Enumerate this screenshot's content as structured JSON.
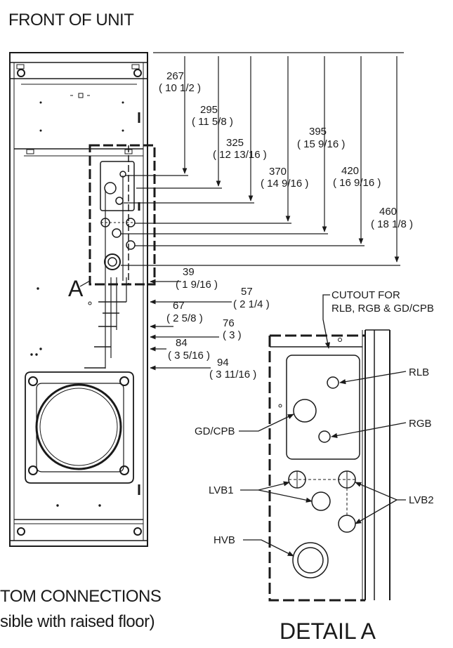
{
  "header": {
    "title": "FRONT OF UNIT"
  },
  "footer": {
    "caption_line1": "TOM CONNECTIONS",
    "caption_line2": "sible with raised floor)",
    "detail_title": "DETAIL A"
  },
  "section_marker": "A",
  "dimensions_top": [
    {
      "mm": "267",
      "inch": "( 10 1/2 )"
    },
    {
      "mm": "295",
      "inch": "( 11 5/8 )"
    },
    {
      "mm": "325",
      "inch": "( 12 13/16 )"
    },
    {
      "mm": "370",
      "inch": "( 14 9/16 )"
    },
    {
      "mm": "395",
      "inch": "( 15 9/16 )"
    },
    {
      "mm": "420",
      "inch": "( 16 9/16 )"
    },
    {
      "mm": "460",
      "inch": "( 18 1/8 )"
    }
  ],
  "dimensions_side": [
    {
      "mm": "39",
      "inch": "( 1 9/16 )"
    },
    {
      "mm": "57",
      "inch": "( 2 1/4 )"
    },
    {
      "mm": "67",
      "inch": "( 2 5/8 )"
    },
    {
      "mm": "76",
      "inch": "( 3 )"
    },
    {
      "mm": "84",
      "inch": "( 3 5/16 )"
    },
    {
      "mm": "94",
      "inch": "( 3 11/16 )"
    }
  ],
  "detail_labels": {
    "cutout_line1": "CUTOUT FOR",
    "cutout_line2": "RLB, RGB & GD/CPB",
    "rlb": "RLB",
    "rgb": "RGB",
    "gdcpb": "GD/CPB",
    "lvb1": "LVB1",
    "lvb2": "LVB2",
    "hvb": "HVB"
  }
}
